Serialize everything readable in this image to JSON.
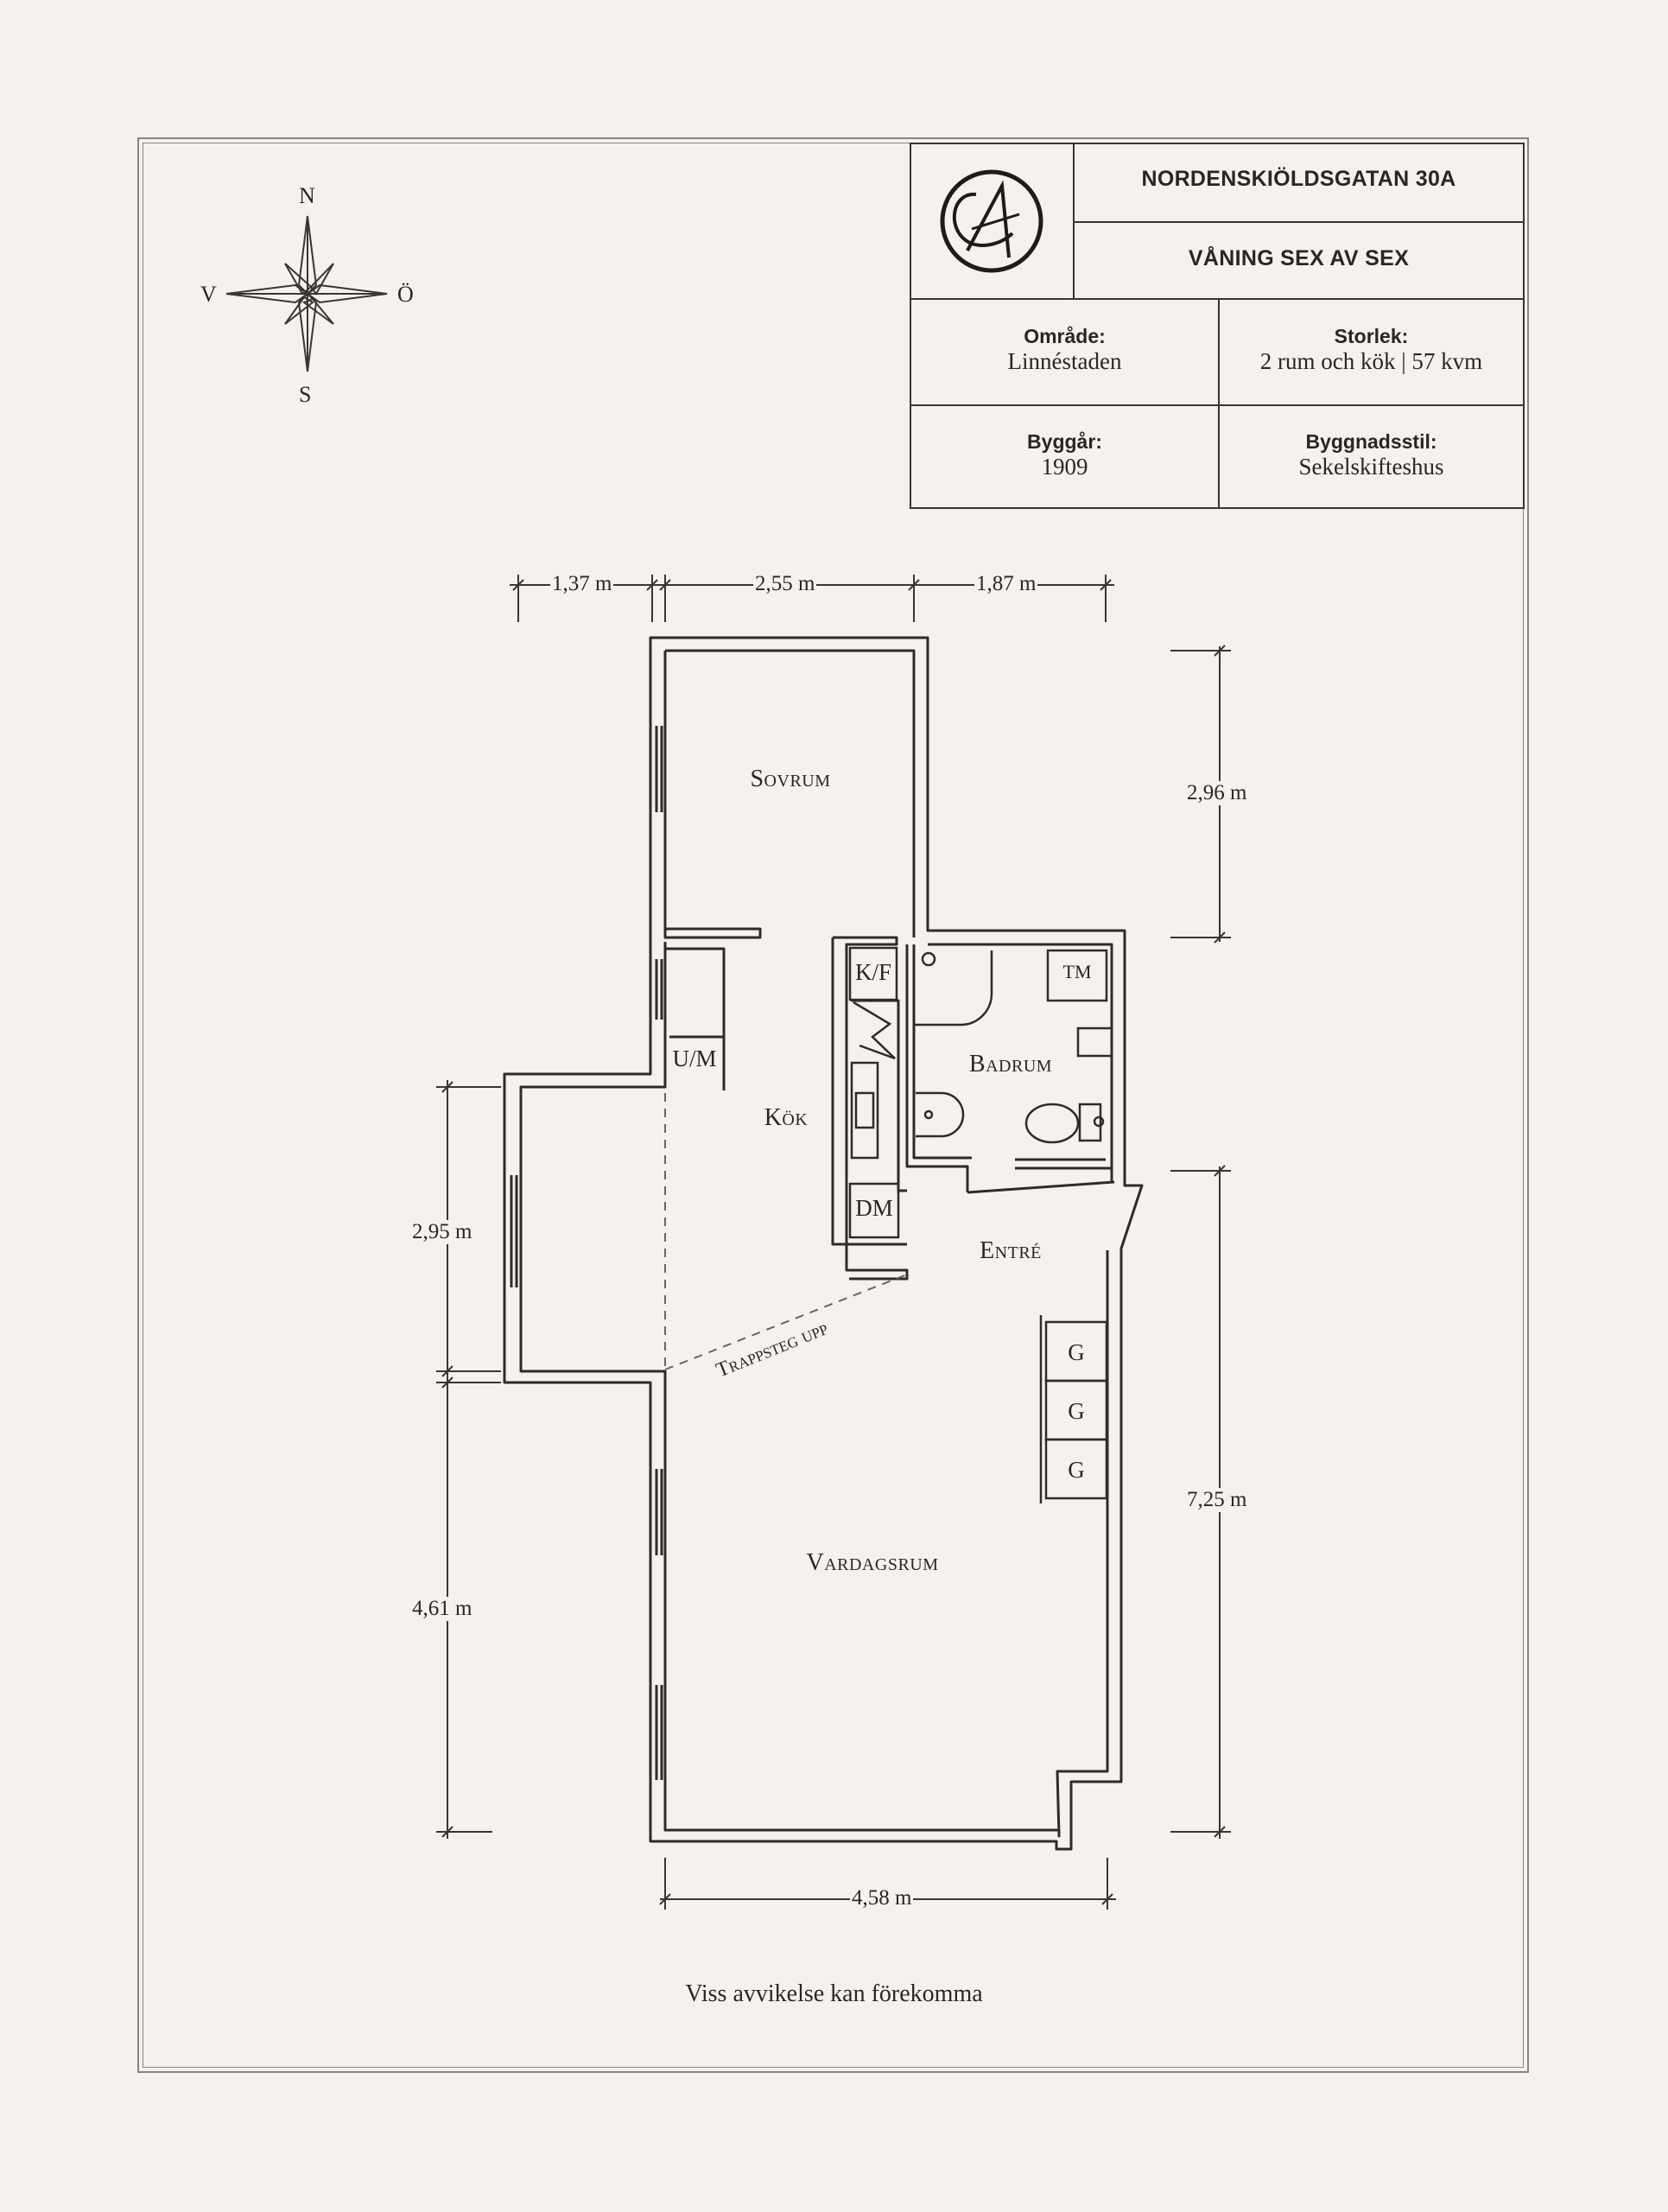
{
  "info": {
    "address": "NORDENSKIÖLDSGATAN 30A",
    "floor": "VÅNING SEX AV SEX",
    "area_label": "Område:",
    "area_value": "Linnéstaden",
    "size_label": "Storlek:",
    "size_value": "2 rum och kök | 57 kvm",
    "year_label": "Byggår:",
    "year_value": "1909",
    "style_label": "Byggnadsstil:",
    "style_value": "Sekelskifteshus"
  },
  "compass": {
    "north": "N",
    "south": "S",
    "west": "V",
    "east": "Ö"
  },
  "rooms": {
    "sovrum": "Sovrum",
    "kok": "Kök",
    "badrum": "Badrum",
    "entre": "Entré",
    "vardagsrum": "Vardagsrum",
    "trappsteg": "Trappsteg upp"
  },
  "fixtures": {
    "kf": "K/F",
    "um": "U/M",
    "dm": "DM",
    "tm": "TM",
    "g1": "G",
    "g2": "G",
    "g3": "G"
  },
  "dimensions": {
    "top_left": "1,37 m",
    "top_mid": "2,55 m",
    "top_right": "1,87 m",
    "right_top": "2,96 m",
    "right_bottom": "7,25 m",
    "left_top": "2,95 m",
    "left_bottom": "4,61 m",
    "bottom": "4,58 m"
  },
  "note": "Viss avvikelse kan förekomma",
  "colors": {
    "background": "#f6f1ed",
    "ink": "#2a2627",
    "frame": "#8a8384"
  }
}
